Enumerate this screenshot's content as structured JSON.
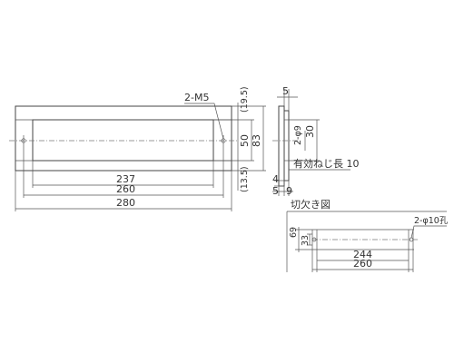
{
  "front_view": {
    "screw_callout": "2-M5",
    "dim_237": "237",
    "dim_260": "260",
    "dim_280": "280",
    "dim_50": "50",
    "dim_83": "83",
    "dim_19_5": "(19.5)",
    "dim_13_5": "(13.5)"
  },
  "side_view": {
    "dim_5_top": "5",
    "hole_callout": "2-φ9",
    "dim_30": "30",
    "thread_note": "有効ねじ長 10",
    "dim_4": "4",
    "dim_5_bottom": "5",
    "dim_9": "9"
  },
  "cutout": {
    "title": "切欠き図",
    "hole_callout": "2-φ10孔",
    "dim_69": "69",
    "dim_33": "33",
    "dim_244": "244",
    "dim_260": "260"
  }
}
